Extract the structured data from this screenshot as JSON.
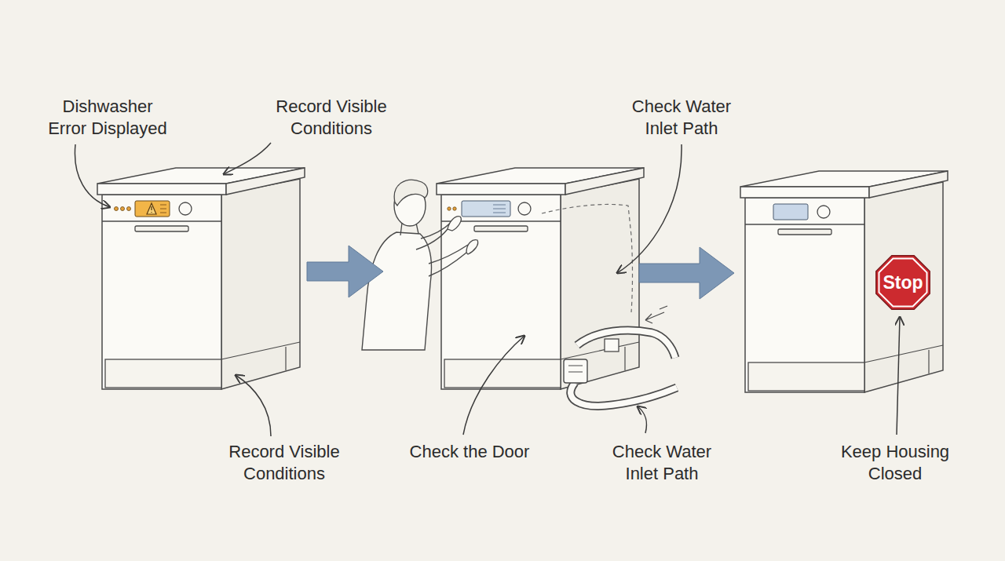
{
  "diagram": {
    "nodes": [
      {
        "text": [
          "Dishwasher Error Displayed",
          "Record Visible Conditions",
          "Record Visible Conditions"
        ]
      },
      {
        "text": [
          "Check Water Inlet Path",
          "Check the Door",
          "Check Water Inlet Path"
        ]
      },
      {
        "text": [
          "Keep Housing Closed"
        ]
      },
      {
        "text": [
          "Stop"
        ],
        "in": 2
      }
    ],
    "edges": [
      {
        "from": 0,
        "to": 1,
        "arrow": "to"
      },
      {
        "from": 1,
        "to": 2,
        "arrow": "to"
      }
    ]
  }
}
